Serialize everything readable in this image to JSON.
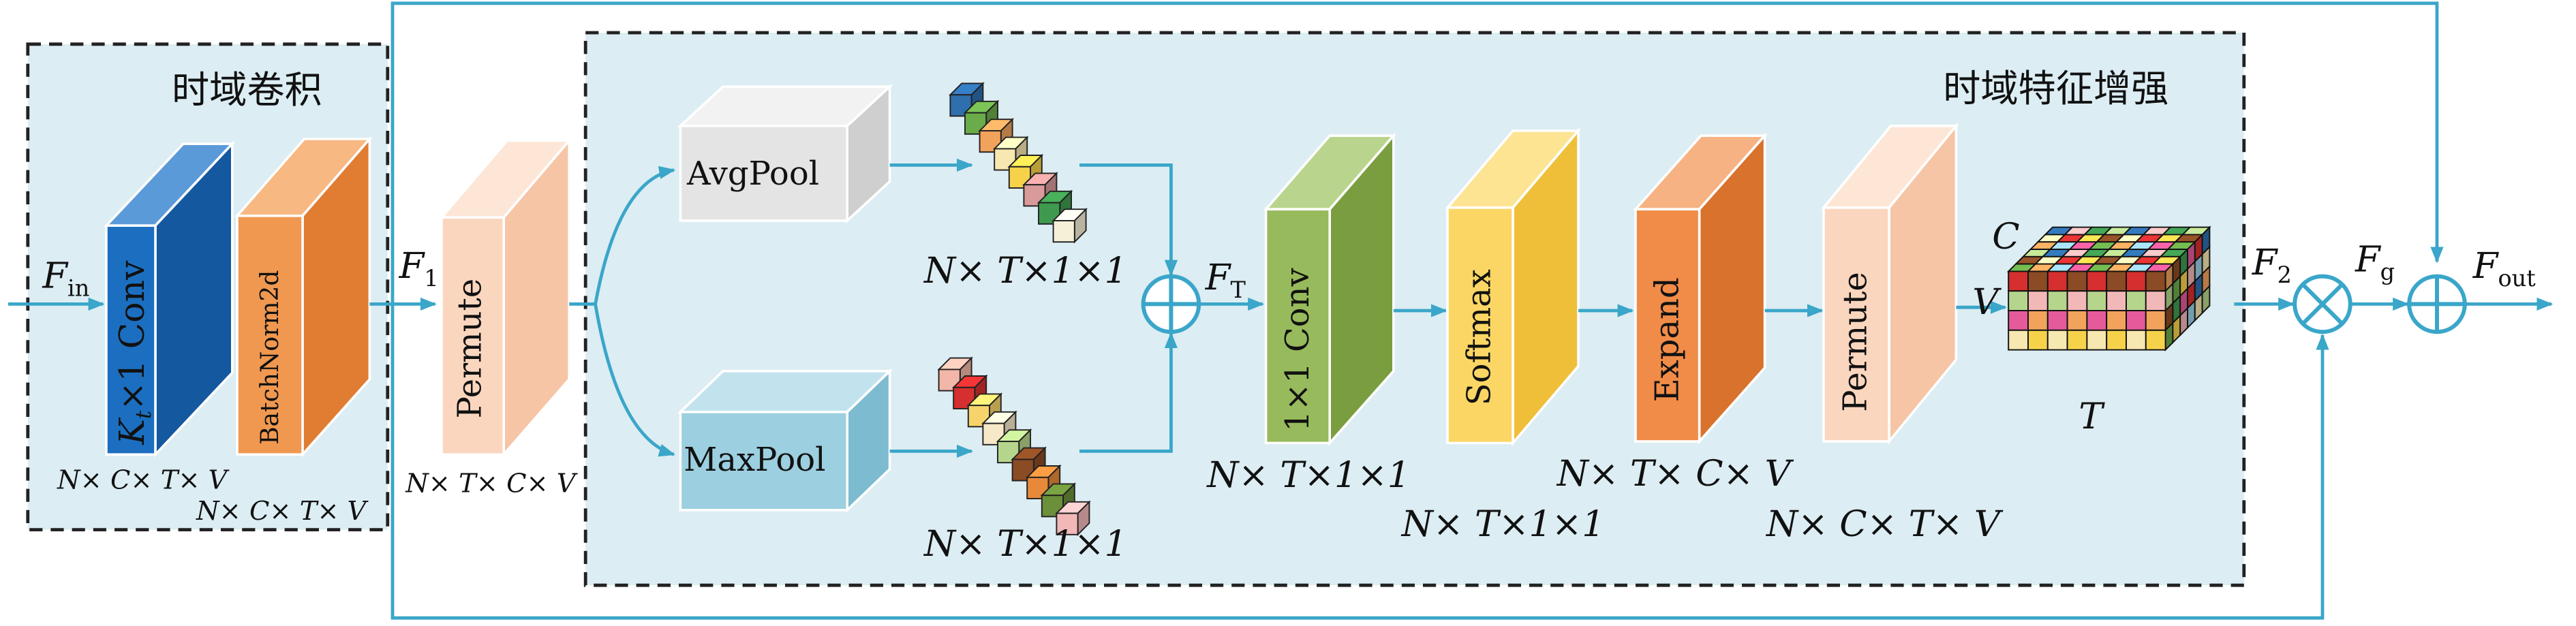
{
  "colors": {
    "panel_bg": "#dcedf3",
    "arrow": "#3aa6c9",
    "conv_blue": "#1c6fc0",
    "bn_orange": "#f09850",
    "permute_peach": "#fad6bf",
    "avgpool_grey": "#e4e4e4",
    "maxpool_blue": "#9ccfe0",
    "conv_green": "#97ba5c",
    "softmax_yellow": "#fbd664",
    "expand_orange": "#f08c48"
  },
  "panels": {
    "temporal_conv_title": "时域卷积",
    "temporal_enhance_title": "时域特征增强"
  },
  "signals": {
    "f_in": "F",
    "f_in_sub": "in",
    "f_1": "F",
    "f_1_sub": "1",
    "f_t": "F",
    "f_t_sub": "T",
    "f_2": "F",
    "f_2_sub": "2",
    "f_g": "F",
    "f_g_sub": "g",
    "f_out": "F",
    "f_out_sub": "out"
  },
  "blocks": {
    "conv_k": "K",
    "conv_k_sub": "t",
    "conv_rest": "×1 Conv",
    "batchnorm": "BatchNorm2d",
    "permute1": "Permute",
    "avgpool": "AvgPool",
    "maxpool": "MaxPool",
    "conv1x1": "1×1 Conv",
    "softmax": "Softmax",
    "expand": "Expand",
    "permute2": "Permute"
  },
  "dims": {
    "conv_out": "N× C× T× V",
    "bn_out": "N× C× T× V",
    "permute1_out": "N× T× C× V",
    "avgpool_out": "N× T×1×1",
    "maxpool_out": "N× T×1×1",
    "conv1x1_out": "N× T×1×1",
    "softmax_out": "N× T×1×1",
    "expand_out": "N× T× C× V",
    "permute2_out": "N× C× T× V"
  },
  "cube_axes": {
    "c": "C",
    "v": "V",
    "t": "T"
  }
}
